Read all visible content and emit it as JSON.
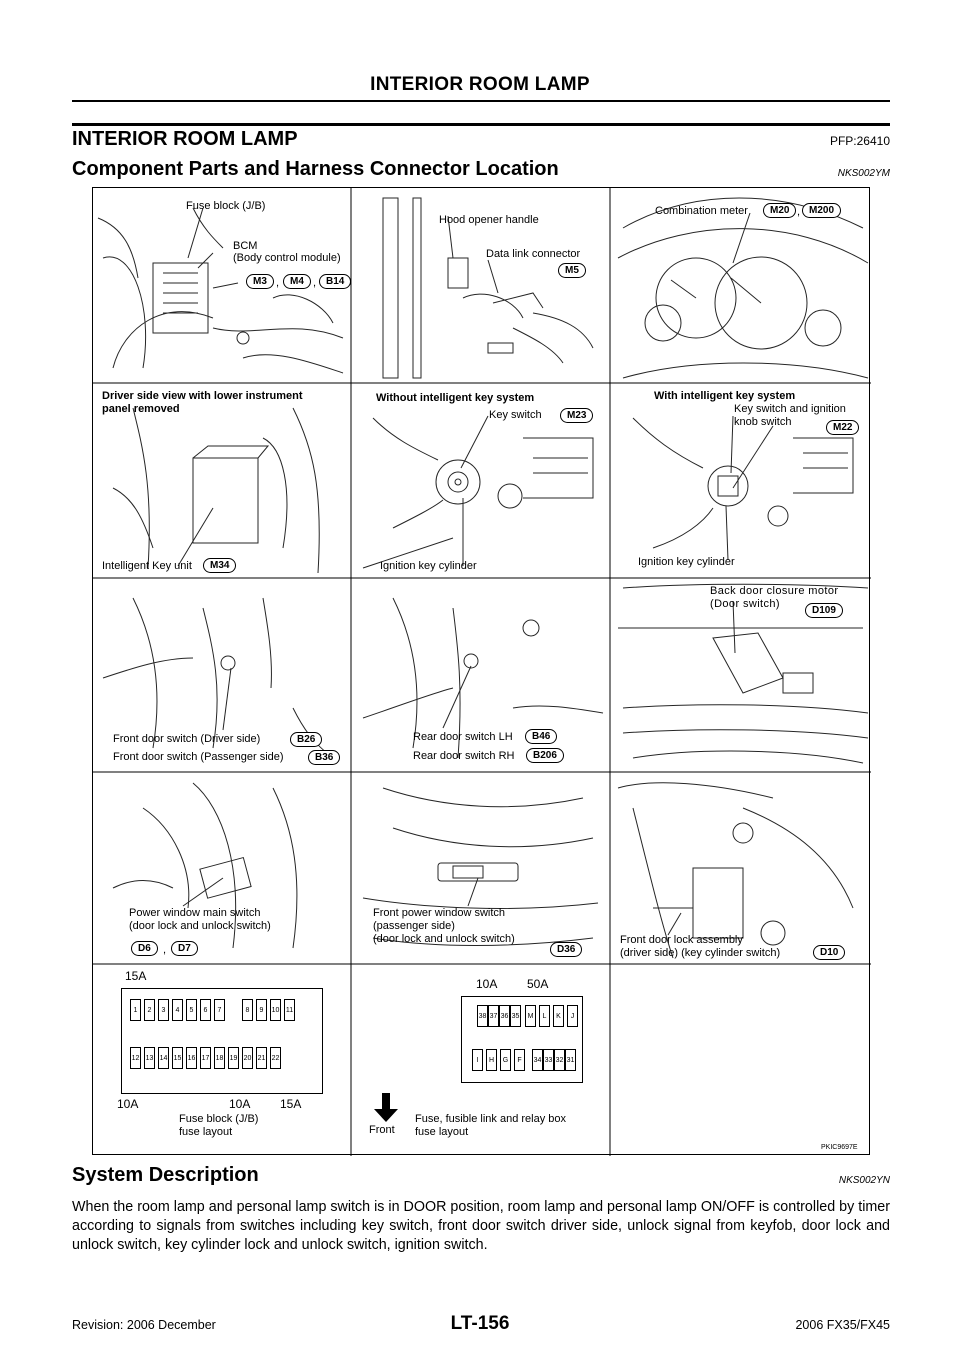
{
  "header": {
    "title": "INTERIOR ROOM LAMP"
  },
  "section": {
    "title": "INTERIOR ROOM LAMP",
    "pfp": "PFP:26410"
  },
  "subsection1": {
    "title": "Component Parts and Harness Connector Location",
    "code": "NKS002YM"
  },
  "figure": {
    "id": "PKIC9697E",
    "labels": {
      "fuse_block": "Fuse block (J/B)",
      "bcm": "BCM",
      "bcm_full": "(Body control module)",
      "hood_opener": "Hood opener handle",
      "data_link": "Data link connector",
      "combination_meter": "Combination meter",
      "driver_side_view_1": "Driver side view with lower instrument",
      "driver_side_view_2": "panel removed",
      "without_key": "Without intelligent key system",
      "with_key": "With intelligent key system",
      "key_switch": "Key switch",
      "key_switch_ign_1": "Key switch and ignition",
      "key_switch_ign_2": "knob switch",
      "intelligent_key_unit": "Intelligent Key unit",
      "ignition_key_cyl_1": "Ignition key cylinder",
      "ignition_key_cyl_2": "Ignition key cylinder",
      "back_door_closure_1": "Back door closure motor",
      "back_door_closure_2": "(Door switch)",
      "front_door_driver": "Front door switch  (Driver side)",
      "front_door_passenger": "Front door switch (Passenger side)",
      "rear_door_lh": "Rear door switch LH",
      "rear_door_rh": "Rear door switch RH",
      "pw_main_1": "Power window main switch",
      "pw_main_2": "(door lock and unlock switch)",
      "front_pw_1": "Front power window switch",
      "front_pw_2": "(passenger side)",
      "front_pw_3": "(door lock and unlock switch)",
      "front_lock_1": "Front door lock assembly",
      "front_lock_2": "(driver side) (key cylinder switch)",
      "fuse_15a_top": "15A",
      "fuse_10a_l": "10A",
      "fuse_10a_m": "10A",
      "fuse_15a_r": "15A",
      "fuse_block_layout_1": "Fuse block (J/B)",
      "fuse_block_layout_2": "fuse layout",
      "relay_10a": "10A",
      "relay_50a": "50A",
      "front": "Front",
      "relay_layout_1": "Fuse, fusible link and relay box",
      "relay_layout_2": "fuse layout",
      "comma": ","
    },
    "connectors": {
      "m3": "M3",
      "m4": "M4",
      "b14": "B14",
      "m5": "M5",
      "m20": "M20",
      "m200": "M200",
      "m23": "M23",
      "m22": "M22",
      "m34": "M34",
      "d109": "D109",
      "b26": "B26",
      "b36": "B36",
      "b46": "B46",
      "b206": "B206",
      "d6": "D6",
      "d7": "D7",
      "d36": "D36",
      "d10": "D10"
    },
    "fuse_top_row": [
      "1",
      "2",
      "3",
      "4",
      "5",
      "6",
      "7",
      "8",
      "9",
      "10",
      "11"
    ],
    "fuse_bottom_row": [
      "12",
      "13",
      "14",
      "15",
      "16",
      "17",
      "18",
      "19",
      "20",
      "21",
      "22"
    ],
    "relay_top_row": [
      "38",
      "37",
      "36",
      "35",
      "M",
      "L",
      "K",
      "J"
    ],
    "relay_bottom_row": [
      "I",
      "H",
      "G",
      "F",
      "34",
      "33",
      "32",
      "31"
    ]
  },
  "subsection2": {
    "title": "System Description",
    "code": "NKS002YN"
  },
  "description": "When the room lamp and personal lamp switch is in DOOR position, room lamp and personal lamp ON/OFF is controlled by timer according to signals from switches including key switch, front door switch driver side, unlock signal from keyfob, door lock and unlock switch, key cylinder lock and unlock switch, ignition switch.",
  "footer": {
    "revision": "Revision: 2006 December",
    "page": "LT-156",
    "model": "2006 FX35/FX45"
  }
}
